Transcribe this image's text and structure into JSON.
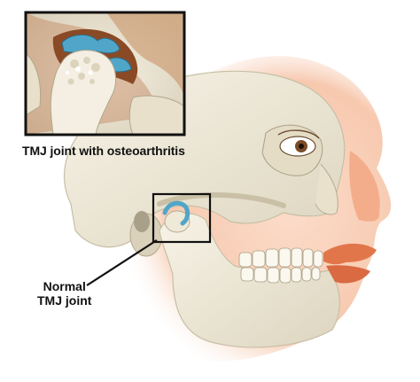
{
  "figure": {
    "inset_caption": "TMJ joint with osteoarthritis",
    "normal_label_line1": "Normal",
    "normal_label_line2": "TMJ joint"
  },
  "colors": {
    "skin": "#f6c3a6",
    "skin_shadow": "#e9a484",
    "bone": "#f1ecdc",
    "bone_shadow": "#d9d2bc",
    "cartilage": "#4fa6c9",
    "inset_tissue": "#b86a3d",
    "outline": "#111111",
    "lip": "#e2764b"
  },
  "icons": [
    "skull-illustration",
    "joint-inset-illustration",
    "zoom-box",
    "leader-line"
  ]
}
